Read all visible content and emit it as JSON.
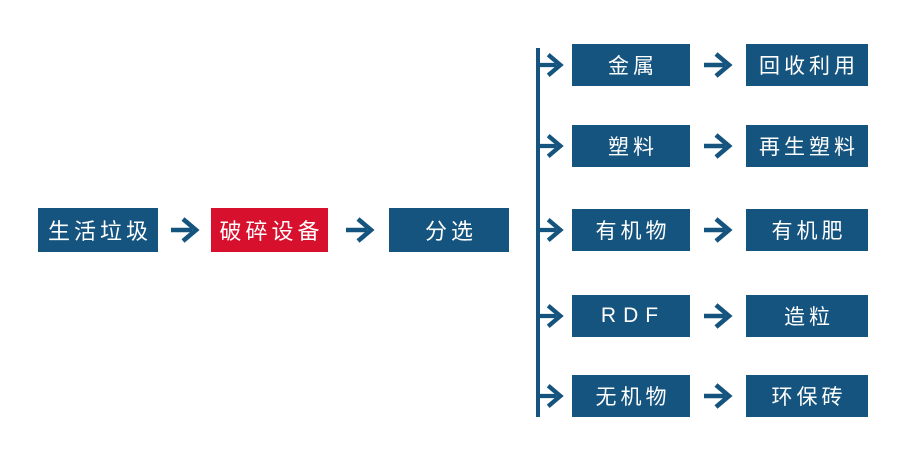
{
  "colors": {
    "blue": "#15547E",
    "red": "#D7102D",
    "text": "#FFFFFF",
    "background": "#FFFFFF"
  },
  "icons": {
    "arrow": "right-arrow"
  },
  "main_flow": {
    "nodes": [
      {
        "label": "生活垃圾",
        "variant": "blue"
      },
      {
        "label": "破碎设备",
        "variant": "red"
      },
      {
        "label": "分选",
        "variant": "blue"
      }
    ]
  },
  "branches": [
    {
      "category": "金属",
      "result": "回收利用"
    },
    {
      "category": "塑料",
      "result": "再生塑料"
    },
    {
      "category": "有机物",
      "result": "有机肥"
    },
    {
      "category": "RDF",
      "result": "造粒"
    },
    {
      "category": "无机物",
      "result": "环保砖"
    }
  ]
}
